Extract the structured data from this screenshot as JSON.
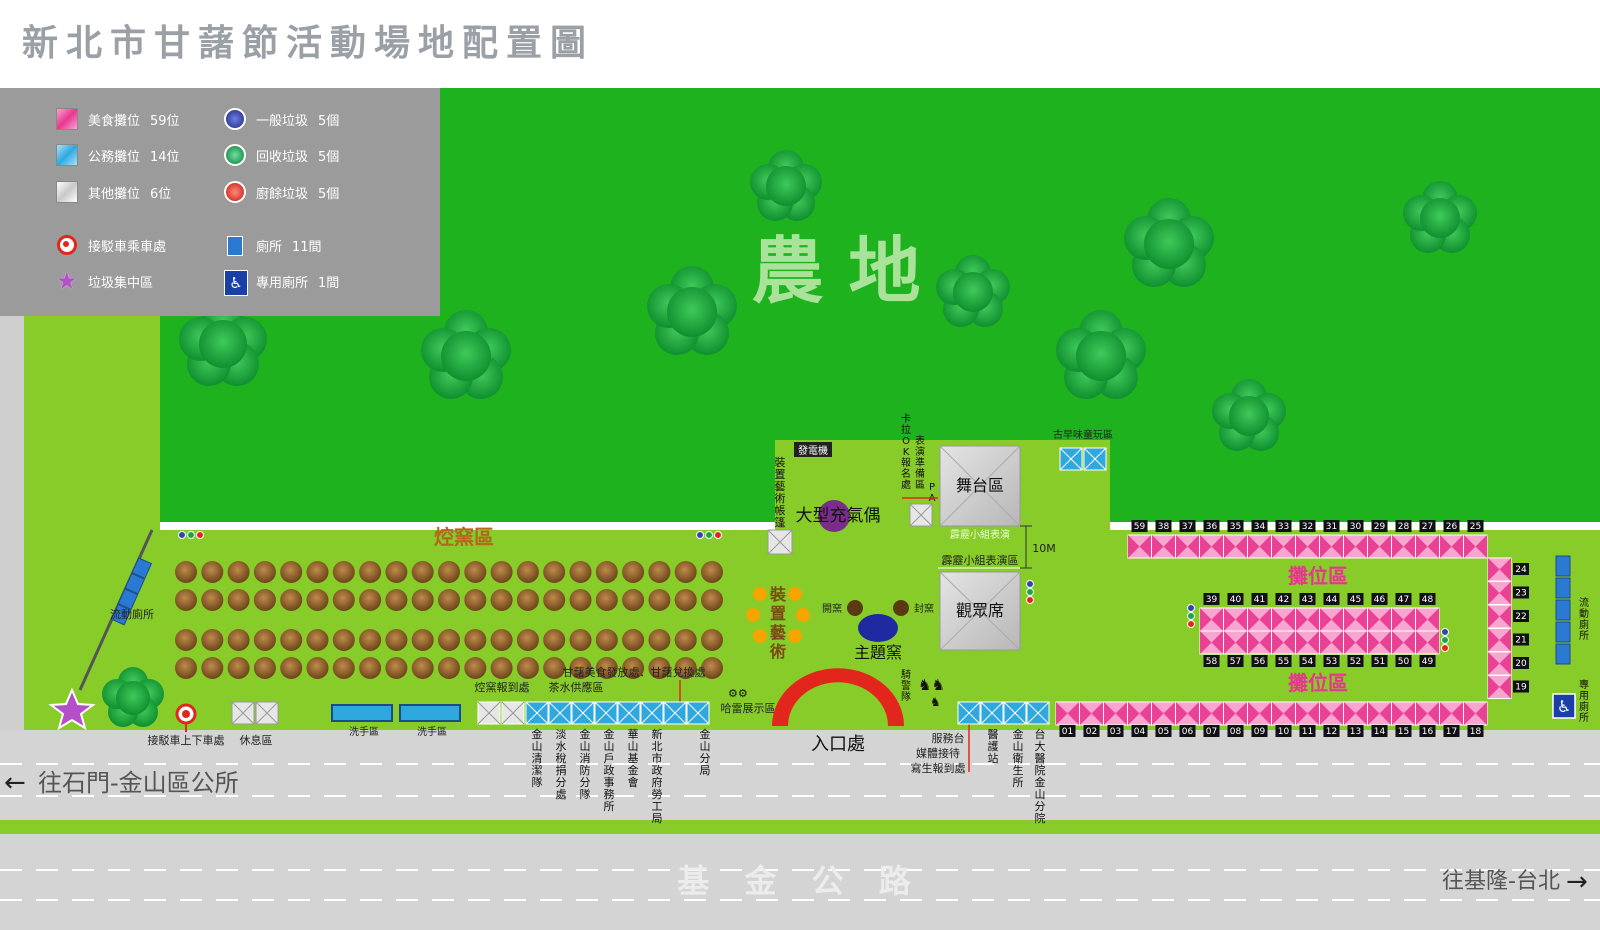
{
  "title": "新北市甘藷節活動場地配置圖",
  "legend": {
    "food_stall": {
      "label": "美食攤位",
      "count": "59位"
    },
    "public_stall": {
      "label": "公務攤位",
      "count": "14位"
    },
    "other_stall": {
      "label": "其他攤位",
      "count": "6位"
    },
    "general_trash": {
      "label": "一般垃圾",
      "count": "5個"
    },
    "recycle_trash": {
      "label": "回收垃圾",
      "count": "5個"
    },
    "kitchen_trash": {
      "label": "廚餘垃圾",
      "count": "5個"
    },
    "shuttle_stop": {
      "label": "接駁車乘車處"
    },
    "toilet": {
      "label": "廁所",
      "count": "11間"
    },
    "trash_center": {
      "label": "垃圾集中區"
    },
    "accessible_toilet": {
      "label": "專用廁所",
      "count": "1間"
    }
  },
  "areas": {
    "farmland": "農 地",
    "kiln_area": "焢窯區",
    "stall_area_top": "攤位區",
    "stall_area_bottom": "攤位區",
    "stage": "舞台區",
    "audience": "觀眾席",
    "theme_kiln": "主題窯",
    "inflatable": "大型充氣偶",
    "installation_art": "裝置藝術",
    "entrance": "入口處",
    "road": "基 金 公 路",
    "dir_left": "往石門-金山區公所",
    "dir_right": "往基隆-台北"
  },
  "labels": {
    "mobile_toilet_left": "流動廁所",
    "mobile_toilet_right": "流動廁所",
    "accessible_right": "專用廁所",
    "shuttle": "接駁車上下車處",
    "rest": "休息區",
    "wash1": "洗手區",
    "wash2": "洗手區",
    "kiln_checkin": "焢窯報到處",
    "tea": "茶水供應區",
    "sweet_potato": "甘藷美食發放處．甘藷兌換處",
    "service": "服務台",
    "media": "媒體接待",
    "press": "寫生報到處",
    "medical": "醫護站",
    "health": "金山衛生所",
    "hospital": "台大醫院金山分院",
    "ancient_game": "古早味童玩區",
    "karaoke": "卡拉OK報名處",
    "perform_prep": "表演準備區",
    "pa": "PA",
    "generator": "發電機",
    "install_tent": "裝置藝術帳篷",
    "open_kiln": "開窯",
    "seal_kiln": "封窯",
    "police": "騎警隊",
    "perform_small": "霹靂小組表演區",
    "perform_small_top": "霹靂小組表演",
    "ten_m": "10M",
    "art_exhibit": "哈雷展示區",
    "org_cleaning": "金山清潔隊",
    "org_tax": "淡水稅捐分處",
    "org_fire": "金山消防分隊",
    "org_household": "金山戶政事務所",
    "org_farmer": "華山基金會",
    "org_labor": "新北市政府勞工局",
    "org_police": "金山分局"
  },
  "stalls": {
    "top_row": [
      "59",
      "38",
      "37",
      "36",
      "35",
      "34",
      "33",
      "32",
      "31",
      "30",
      "29",
      "28",
      "27",
      "26",
      "25"
    ],
    "right_col": [
      "24",
      "23",
      "22",
      "21",
      "20",
      "19"
    ],
    "mid_top": [
      "39",
      "40",
      "41",
      "42",
      "43",
      "44",
      "45",
      "46",
      "47",
      "48"
    ],
    "mid_bottom": [
      "58",
      "57",
      "56",
      "55",
      "54",
      "53",
      "52",
      "51",
      "50",
      "49"
    ],
    "bottom_row": [
      "01",
      "02",
      "03",
      "04",
      "05",
      "06",
      "07",
      "08",
      "09",
      "10",
      "11",
      "12",
      "13",
      "14",
      "15",
      "16",
      "17",
      "18"
    ]
  },
  "colors": {
    "grass_dark": "#1fb21f",
    "grass_light": "#88cc2a",
    "road": "#d4d4d4",
    "food_pink": "#e8368f",
    "public_blue": "#2fa8e0",
    "stage_gray": "#c9c9c9"
  }
}
